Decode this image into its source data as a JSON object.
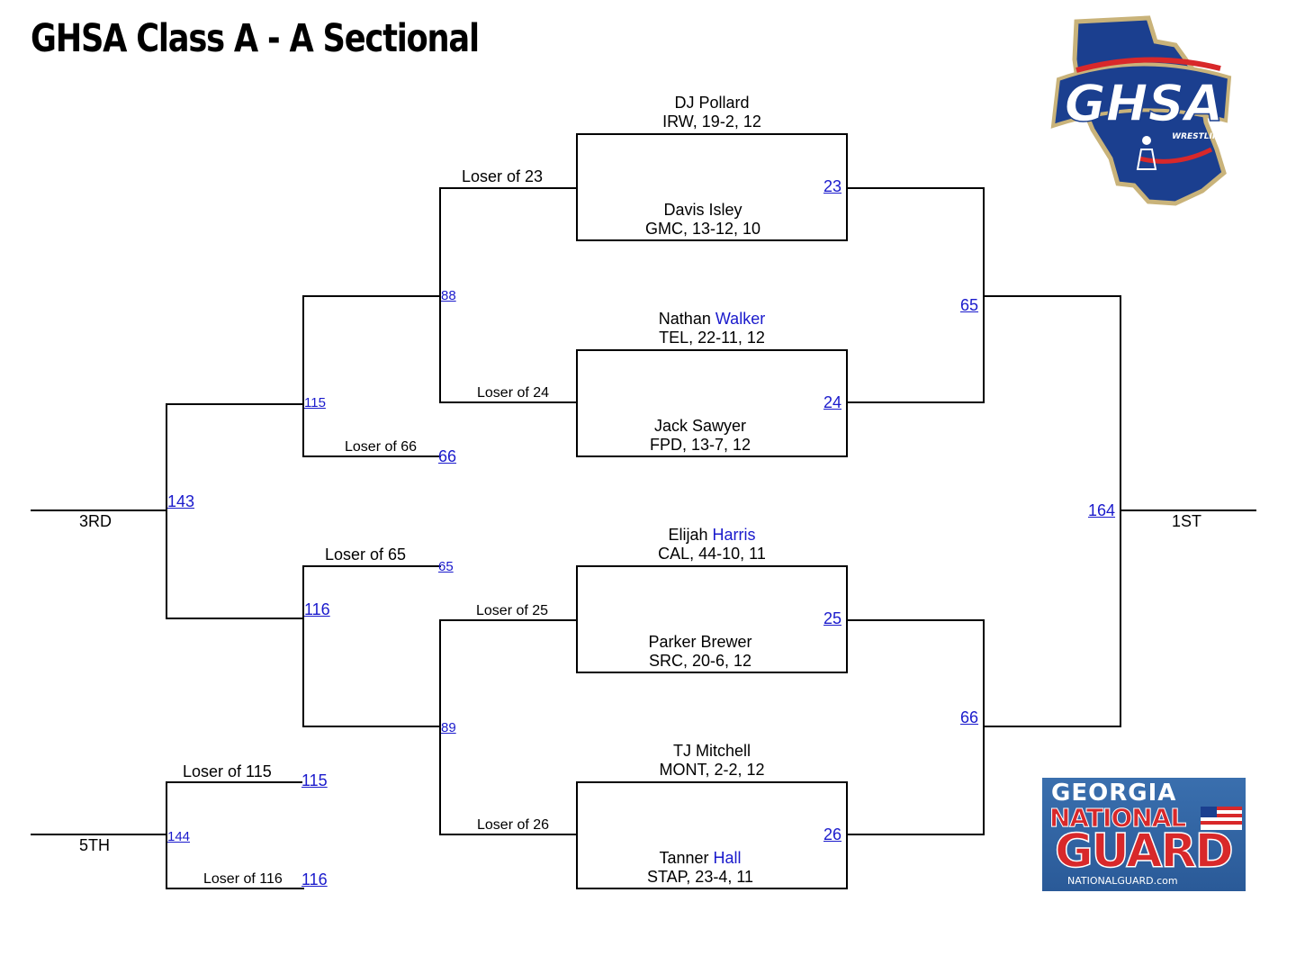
{
  "title": "GHSA Class A - A Sectional",
  "logo": {
    "text": "GHSA",
    "subtext": "WRESTLING",
    "colors": {
      "blue": "#1b3f8f",
      "red": "#d8282a",
      "gold": "#c9b37a"
    }
  },
  "sponsor": {
    "line1": "GEORGIA",
    "line2": "NATIONAL",
    "line3": "GUARD",
    "url": "NATIONALGUARD.com"
  },
  "wrestlers": [
    {
      "first": "DJ",
      "last": "Pollard",
      "info": "IRW, 19-2, 12"
    },
    {
      "first": "Davis",
      "last": "Isley",
      "info": "GMC, 13-12, 10"
    },
    {
      "first": "Nathan",
      "last": "Walker",
      "info": "TEL, 22-11, 12"
    },
    {
      "first": "Jack",
      "last": "Sawyer",
      "info": "FPD, 13-7, 12"
    },
    {
      "first": "Elijah",
      "last": "Harris",
      "info": "CAL, 44-10, 11"
    },
    {
      "first": "Parker",
      "last": "Brewer",
      "info": "SRC, 20-6, 12"
    },
    {
      "first": "TJ",
      "last": "Mitchell",
      "info": "MONT, 2-2, 12"
    },
    {
      "first": "Tanner",
      "last": "Hall",
      "info": "STAP, 23-4, 11"
    }
  ],
  "bouts": {
    "b23": "23",
    "b24": "24",
    "b25": "25",
    "b26": "26",
    "b65": "65",
    "b66": "66",
    "b164": "164",
    "b88": "88",
    "b89": "89",
    "b115": "115",
    "b116": "116",
    "b66c": "66",
    "b65c": "65",
    "b143": "143",
    "b144": "144",
    "b115c": "115",
    "b116c": "116"
  },
  "losers": {
    "l23": "Loser of 23",
    "l24": "Loser of 24",
    "l25": "Loser of 25",
    "l26": "Loser of 26",
    "l66": "Loser of 66",
    "l65": "Loser of 65",
    "l115": "Loser of 115",
    "l116": "Loser of 116"
  },
  "places": {
    "first": "1ST",
    "third": "3RD",
    "fifth": "5TH"
  }
}
